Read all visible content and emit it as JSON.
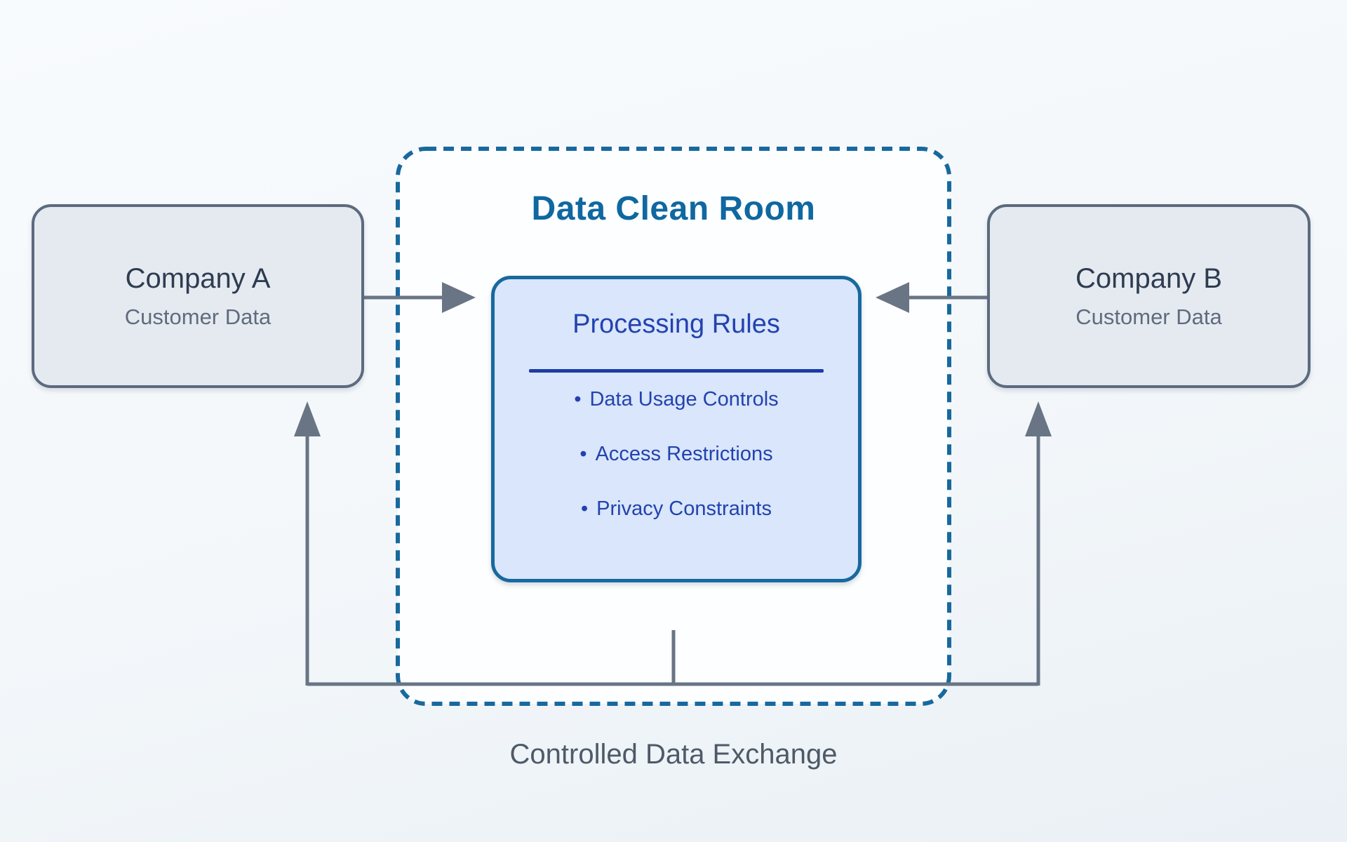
{
  "clean_room": {
    "title": "Data Clean Room",
    "processing": {
      "title": "Processing Rules",
      "items": [
        {
          "bullet": "•",
          "label": "Data Usage Controls"
        },
        {
          "bullet": "•",
          "label": "Access Restrictions"
        },
        {
          "bullet": "•",
          "label": "Privacy Constraints"
        }
      ]
    }
  },
  "company_a": {
    "name": "Company A",
    "subtitle": "Customer Data"
  },
  "company_b": {
    "name": "Company B",
    "subtitle": "Customer Data"
  },
  "caption": "Controlled Data Exchange",
  "colors": {
    "background": "#f4f8fa",
    "clean_room_border": "#17699e",
    "clean_room_fill": "#fdfeff",
    "clean_room_title_text": "#0f68a0",
    "processing_fill": "#d9e6fb",
    "processing_border": "#17699e",
    "processing_text": "#2342af",
    "processing_divider": "#1d3ba6",
    "company_fill": "#e5eaf1",
    "company_border": "#5c6a7e",
    "company_name_text": "#2e3c50",
    "company_subtitle_text": "#5f6c7d",
    "connector_gray": "#697585",
    "caption_text": "#4e5a67"
  }
}
